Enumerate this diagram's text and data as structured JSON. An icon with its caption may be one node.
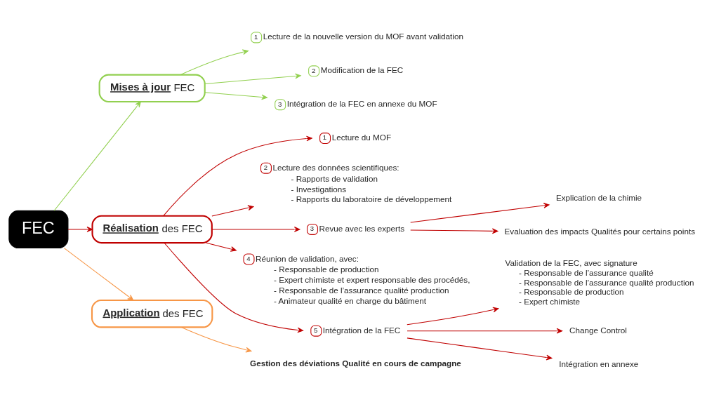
{
  "diagram": {
    "nodes": [
      {
        "text": [
          "FEC"
        ]
      },
      {
        "text": [
          "**Mises à jour** FEC"
        ]
      },
      {
        "text": [
          "**Réalisation** des FEC"
        ]
      },
      {
        "text": [
          "**Application** des FEC"
        ]
      },
      {
        "text": [
          "Gestion des déviations Qualité en cours de campagne"
        ]
      },
      {
        "text": [
          "1",
          "Lecture de la nouvelle version du MOF avant validation"
        ]
      },
      {
        "text": [
          "2",
          "Modification de la FEC"
        ]
      },
      {
        "text": [
          "3",
          "Intégration de la FEC en annexe du MOF"
        ]
      },
      {
        "text": [
          "1",
          "Lecture du MOF"
        ]
      },
      {
        "text": [
          "2",
          "Lecture des données scientifiques:",
          "- Rapports de validation",
          "- Investigations",
          "- Rapports du laboratoire de développement"
        ]
      },
      {
        "text": [
          "3",
          "Revue avec les experts"
        ]
      },
      {
        "text": [
          "Explication de la chimie"
        ]
      },
      {
        "text": [
          "Evaluation des impacts Qualités pour certains points"
        ]
      },
      {
        "text": [
          "4",
          "Réunion de validation, avec:",
          "- Responsable de production",
          "- Expert chimiste et expert responsable des procédés,",
          "- Responsable de l’assurance qualité production",
          "- Animateur qualité en charge du bâtiment"
        ]
      },
      {
        "text": [
          "5",
          "Intégration de la FEC"
        ]
      },
      {
        "text": [
          "Validation de la FEC, avec signature",
          "- Responsable de l’assurance qualité",
          "- Responsable de l’assurance qualité production",
          "- Responsable de production",
          "- Expert chimiste"
        ]
      },
      {
        "text": [
          "Change Control"
        ]
      },
      {
        "text": [
          "Intégration en annexe"
        ]
      }
    ],
    "edges": [
      {
        "from": 0,
        "to": 1,
        "arrow": "to",
        "color": "#92d050"
      },
      {
        "from": 0,
        "to": 2,
        "arrow": "to"
      },
      {
        "from": 0,
        "to": 3,
        "arrow": "to",
        "color": "#f79646"
      },
      {
        "from": 3,
        "to": 4,
        "arrow": "to",
        "color": "#f79646"
      },
      {
        "from": 1,
        "to": 5,
        "arrow": "to",
        "color": "#92d050"
      },
      {
        "from": 1,
        "to": 6,
        "arrow": "to",
        "color": "#92d050"
      },
      {
        "from": 1,
        "to": 7,
        "arrow": "to",
        "color": "#92d050"
      },
      {
        "from": 2,
        "to": 8,
        "arrow": "to"
      },
      {
        "from": 2,
        "to": 9,
        "arrow": "to"
      },
      {
        "from": 2,
        "to": 10,
        "arrow": "to"
      },
      {
        "from": 2,
        "to": 13,
        "arrow": "to"
      },
      {
        "from": 2,
        "to": 14,
        "arrow": "to"
      },
      {
        "from": 10,
        "to": 11,
        "arrow": "to"
      },
      {
        "from": 10,
        "to": 12,
        "arrow": "to"
      },
      {
        "from": 14,
        "to": 15,
        "arrow": "to"
      },
      {
        "from": 14,
        "to": 16,
        "arrow": "to"
      },
      {
        "from": 14,
        "to": 17,
        "arrow": "to"
      }
    ]
  }
}
